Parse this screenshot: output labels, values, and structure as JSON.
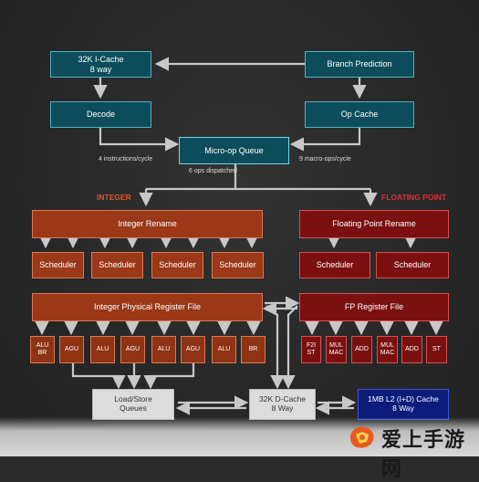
{
  "front_end": {
    "icache": [
      "32K I-Cache",
      "8 way"
    ],
    "branch_prediction": "Branch Prediction",
    "decode": "Decode",
    "op_cache": "Op Cache",
    "micro_op_queue": "Micro-op Queue",
    "decode_rate": "4 instructions/cycle",
    "op_cache_rate": "9 macro-ops/cycle",
    "dispatch_rate": "6 ops dispatched"
  },
  "integer": {
    "section_title": "INTEGER",
    "rename": "Integer Rename",
    "schedulers": [
      "Scheduler",
      "Scheduler",
      "Scheduler",
      "Scheduler"
    ],
    "register_file": "Integer Physical Register File",
    "units": [
      [
        "ALU",
        "BR"
      ],
      [
        "AGU"
      ],
      [
        "ALU"
      ],
      [
        "AGU"
      ],
      [
        "ALU"
      ],
      [
        "AGU"
      ],
      [
        "ALU"
      ],
      [
        "BR"
      ]
    ]
  },
  "floating_point": {
    "section_title": "FLOATING POINT",
    "rename": "Floating Point Rename",
    "schedulers": [
      "Scheduler",
      "Scheduler"
    ],
    "register_file": "FP Register File",
    "units": [
      [
        "F2I",
        "ST"
      ],
      [
        "MUL",
        "MAC"
      ],
      [
        "ADD"
      ],
      [
        "MUL",
        "MAC"
      ],
      [
        "ADD"
      ],
      [
        "ST"
      ]
    ]
  },
  "memory": {
    "load_store": [
      "Load/Store",
      "Queues"
    ],
    "dcache": [
      "32K D-Cache",
      "8 Way"
    ],
    "l2": [
      "1MB L2 (I+D) Cache",
      "8 Way"
    ]
  },
  "watermark": {
    "text": "爱上手游网"
  },
  "colors": {
    "integer_accent": "#e0552a",
    "fp_accent": "#e03030",
    "teal_border": "#4fb2c4",
    "wire": "#c8c8c8"
  }
}
